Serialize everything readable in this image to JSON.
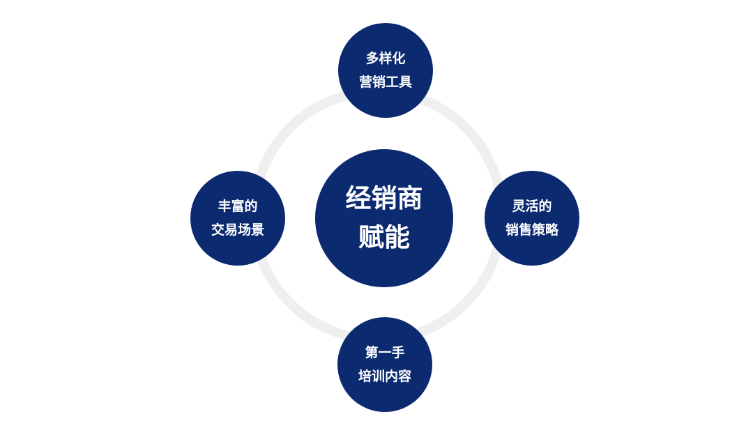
{
  "center": {
    "line1": "经销商",
    "line2": "赋能"
  },
  "nodes": {
    "top": {
      "line1": "多样化",
      "line2": "营销工具"
    },
    "right": {
      "line1": "灵活的",
      "line2": "销售策略"
    },
    "bottom": {
      "line1": "第一手",
      "line2": "培训内容"
    },
    "left": {
      "line1": "丰富的",
      "line2": "交易场景"
    }
  },
  "colors": {
    "node_fill": "#0b2a6f",
    "ring": "#efefef",
    "text": "#ffffff",
    "background": "#ffffff"
  }
}
